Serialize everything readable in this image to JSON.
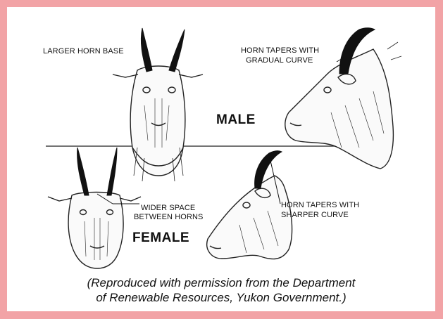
{
  "labels": {
    "larger_horn_base": "LARGER HORN BASE",
    "horn_tapers_gradual_1": "HORN TAPERS WITH",
    "horn_tapers_gradual_2": "GRADUAL CURVE",
    "male": "MALE",
    "wider_space_1": "WIDER SPACE",
    "wider_space_2": "BETWEEN HORNS",
    "horn_tapers_sharper_1": "HORN TAPERS WITH",
    "horn_tapers_sharper_2": "SHARPER CURVE",
    "female": "FEMALE"
  },
  "caption": {
    "line1": "(Reproduced with permission from the Department",
    "line2": "of Renewable Resources, Yukon Government.)"
  },
  "colors": {
    "border": "#f2a3a6",
    "background": "#ffffff",
    "ink": "#111111"
  }
}
